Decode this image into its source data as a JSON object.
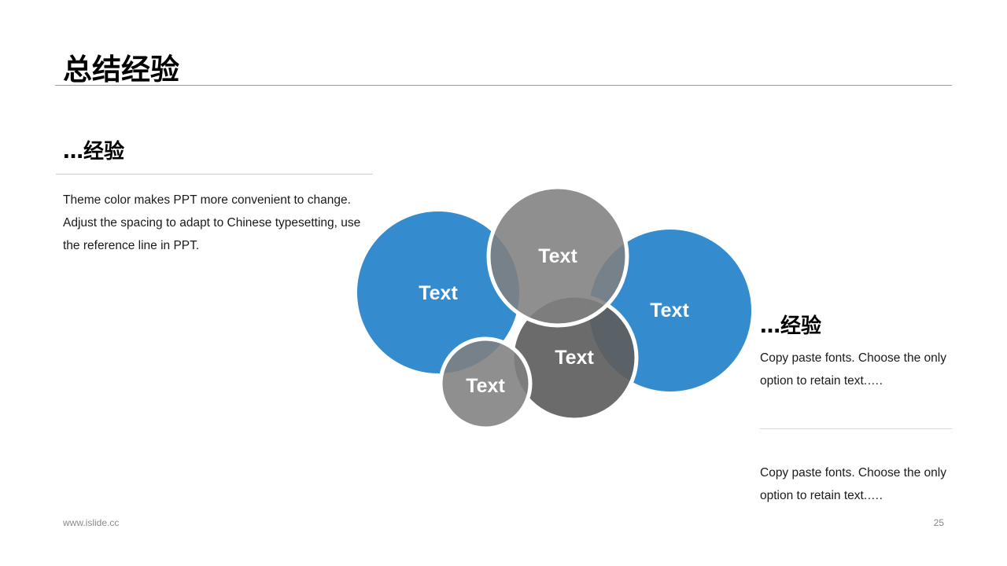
{
  "page": {
    "title": "总结经验",
    "page_number": "25",
    "footer_url": "www.islide.cc"
  },
  "left_section": {
    "heading": "…经验",
    "body": "Theme color makes PPT more convenient to change. Adjust the spacing to adapt to Chinese typesetting, use the reference line in PPT."
  },
  "right_section": {
    "heading": "…经验",
    "body_1": "Copy paste fonts. Choose the only option to retain text.….",
    "body_2": "Copy paste fonts. Choose the only option to retain text.…."
  },
  "diagram": {
    "circles": [
      {
        "id": "blue-left",
        "label": "Text",
        "color": "#348ccf"
      },
      {
        "id": "blue-right",
        "label": "Text",
        "color": "#348ccf"
      },
      {
        "id": "gray-top",
        "label": "Text",
        "color": "#8c8c8c"
      },
      {
        "id": "dark-center",
        "label": "Text",
        "color": "#666666"
      },
      {
        "id": "gray-small",
        "label": "Text",
        "color": "#8c8c8c"
      }
    ]
  },
  "colors": {
    "accent_blue": "#348ccf",
    "gray": "#8c8c8c",
    "dark_gray": "#666666"
  }
}
